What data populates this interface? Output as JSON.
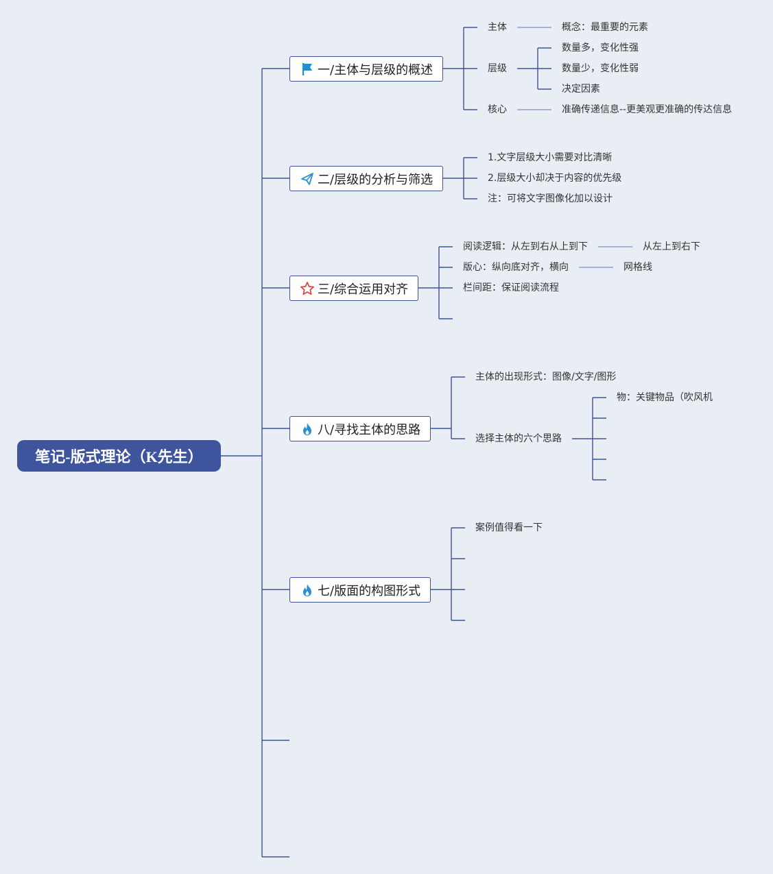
{
  "root": {
    "label": "笔记-版式理论（K先生）"
  },
  "branches": [
    {
      "label": "一/主体与层级的概述",
      "icon": "flag-icon",
      "children": [
        {
          "label": "主体",
          "children": [
            {
              "label": "概念：最重要的元素"
            }
          ]
        },
        {
          "label": "层级",
          "children": [
            {
              "label": "数量多，变化性强"
            },
            {
              "label": "数量少，变化性弱"
            },
            {
              "label": "决定因素"
            }
          ]
        },
        {
          "label": "核心",
          "children": [
            {
              "label": "准确传递信息--更美观更准确的传达信息"
            }
          ]
        }
      ]
    },
    {
      "label": "二/层级的分析与筛选",
      "icon": "paper-plane-icon",
      "children": [
        {
          "label": "1.文字层级大小需要对比清晰"
        },
        {
          "label": "2.层级大小却决于内容的优先级"
        },
        {
          "label": "注：可将文字图像化加以设计"
        }
      ]
    },
    {
      "label": "三/综合运用对齐",
      "icon": "star-icon",
      "children": [
        {
          "label": "阅读逻辑：从左到右从上到下",
          "children": [
            {
              "label": "从左上到右下"
            }
          ]
        },
        {
          "label": "版心：纵向底对齐，横向",
          "children": [
            {
              "label": "网格线"
            }
          ]
        },
        {
          "label": "栏间距：保证阅读流程"
        },
        {
          "label": ""
        }
      ]
    },
    {
      "label": "八/寻找主体的思路",
      "icon": "fire-icon",
      "children": [
        {
          "label": "主体的出现形式：图像/文字/图形"
        },
        {
          "label": "选择主体的六个思路",
          "children": [
            {
              "label": "物：关键物品（吹风机"
            },
            {
              "label": ""
            },
            {
              "label": ""
            },
            {
              "label": ""
            },
            {
              "label": ""
            }
          ]
        }
      ]
    },
    {
      "label": "七/版面的构图形式",
      "icon": "fire-icon",
      "children": [
        {
          "label": "案例值得看一下"
        },
        {
          "label": ""
        },
        {
          "label": ""
        },
        {
          "label": ""
        },
        {
          "label": ""
        }
      ]
    },
    {
      "label": "",
      "icon": "",
      "children": []
    },
    {
      "label": "",
      "icon": "",
      "children": []
    }
  ],
  "colors": {
    "line": "#3d529a",
    "root_bg": "#3e549c",
    "background": "#e8eef3",
    "flag": "#1f8fd8",
    "plane": "#2a8fd0",
    "star": "#e0413a",
    "fire": "#2a8fd0"
  }
}
